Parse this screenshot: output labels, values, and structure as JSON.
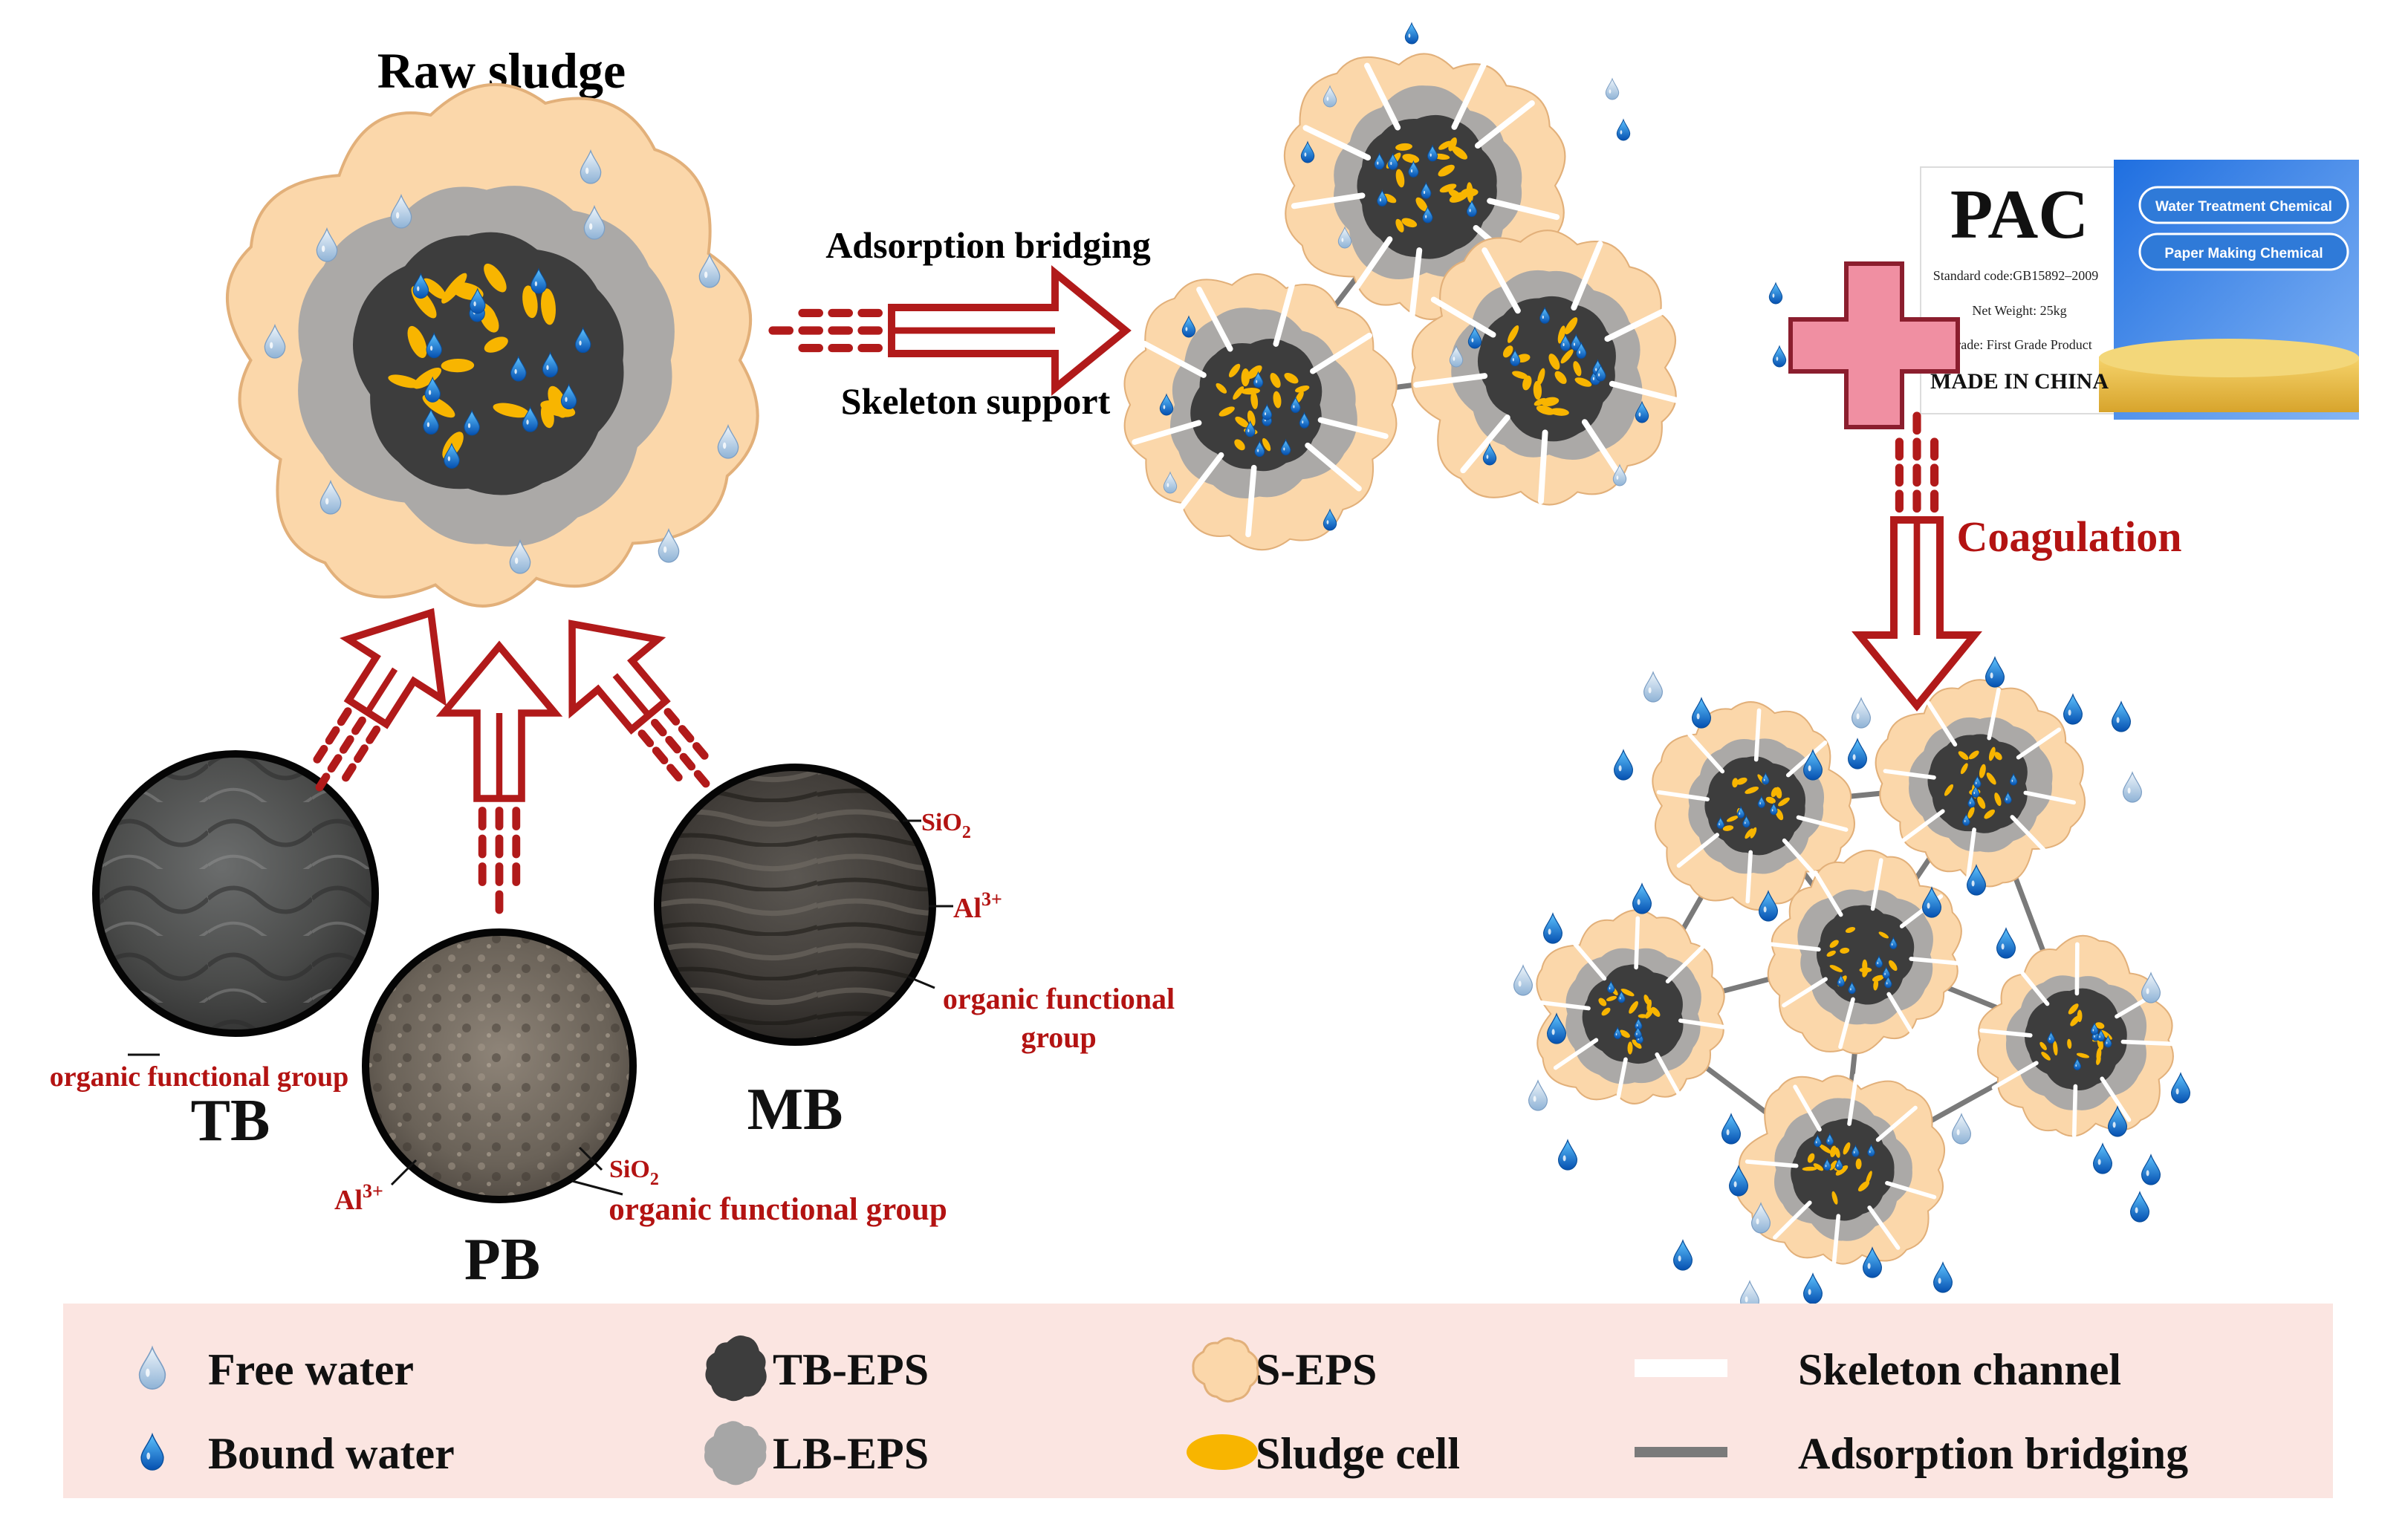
{
  "title": "Raw sludge",
  "process_top": "Adsorption bridging",
  "process_bottom": "Skeleton support",
  "coagulation": "Coagulation",
  "samples": [
    {
      "code": "TB",
      "callouts": [
        "organic functional group"
      ]
    },
    {
      "code": "PB",
      "callouts": [
        "Al",
        "3+",
        "SiO",
        "2",
        "organic functional group"
      ]
    },
    {
      "code": "MB",
      "callouts": [
        "SiO",
        "2",
        "Al",
        "3+",
        "organic functional",
        "group"
      ]
    }
  ],
  "pac_box": {
    "brand": "PAC",
    "standard": "Standard code:GB15892–2009",
    "weight": "Net Weight:  25kg",
    "grade": "Grade:  First Grade Product",
    "origin": "MADE IN CHINA",
    "tag1": "Water Treatment Chemical",
    "tag2": "Paper Making Chemical"
  },
  "legend": [
    {
      "label": "Free water",
      "icon": "free-water-drop-icon"
    },
    {
      "label": "TB-EPS",
      "icon": "tb-eps-blob-icon"
    },
    {
      "label": "S-EPS",
      "icon": "s-eps-blob-icon"
    },
    {
      "label": "Skeleton channel",
      "icon": "white-line-icon"
    },
    {
      "label": "Bound water",
      "icon": "bound-water-drop-icon"
    },
    {
      "label": "LB-EPS",
      "icon": "lb-eps-blob-icon"
    },
    {
      "label": "Sludge cell",
      "icon": "yellow-ellipse-icon"
    },
    {
      "label": "Adsorption bridging",
      "icon": "gray-line-icon"
    }
  ],
  "colors": {
    "s_eps": "#fbd7aa",
    "s_eps_edge": "#e2b07a",
    "lb_eps": "#a6a6a6",
    "tb_eps": "#3d3d3d",
    "cell": "#f8b500",
    "bound_water": "#0a6fd6",
    "free_water": "#b9d3ea",
    "arrow": "#b11a1a",
    "legend_bg": "#fbe5e1",
    "plus": "#f08fa2",
    "text_red": "#b31312"
  }
}
